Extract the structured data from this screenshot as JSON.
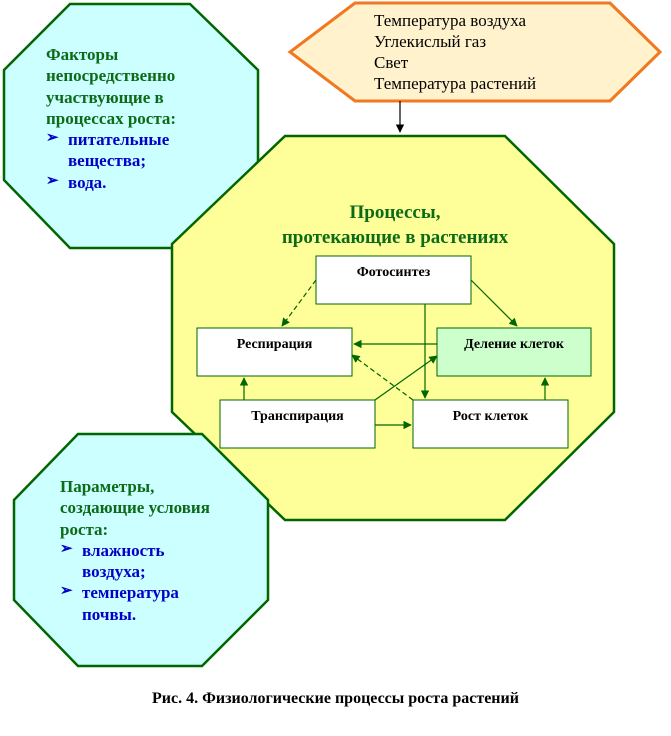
{
  "top_left": {
    "title": [
      "Факторы",
      "непосредственно",
      "участвующие в",
      "процессах роста:"
    ],
    "items": [
      [
        "питательные",
        "вещества;"
      ],
      [
        "вода."
      ]
    ]
  },
  "top_right": {
    "items": [
      "Температура воздуха",
      "Углекислый газ",
      "Свет",
      "Температура растений"
    ]
  },
  "center": {
    "title": [
      "Процессы,",
      "протекающие в растениях"
    ],
    "boxes": {
      "photosynthesis": "Фотосинтез",
      "respiration": "Респирация",
      "cell_division": "Деление клеток",
      "transpiration": "Транспирация",
      "cell_growth": "Рост клеток"
    }
  },
  "bottom_left": {
    "title": [
      "Параметры,",
      "создающие условия",
      "роста:"
    ],
    "items": [
      [
        "влажность",
        "воздуха;"
      ],
      [
        "температура",
        "почвы."
      ]
    ]
  },
  "caption": "Рис. 4. Физиологические процессы роста растений",
  "colors": {
    "octagon_cyan": "#ccffff",
    "octagon_yellow": "#ffff99",
    "hexagon_fill": "#fff2cc",
    "hexagon_border": "#f07820",
    "cell_division_fill": "#ccffcc",
    "title_green": "#0b6b17",
    "item_blue": "#0000c8"
  },
  "icons": {
    "bullet": "arrow-bullet-icon"
  }
}
